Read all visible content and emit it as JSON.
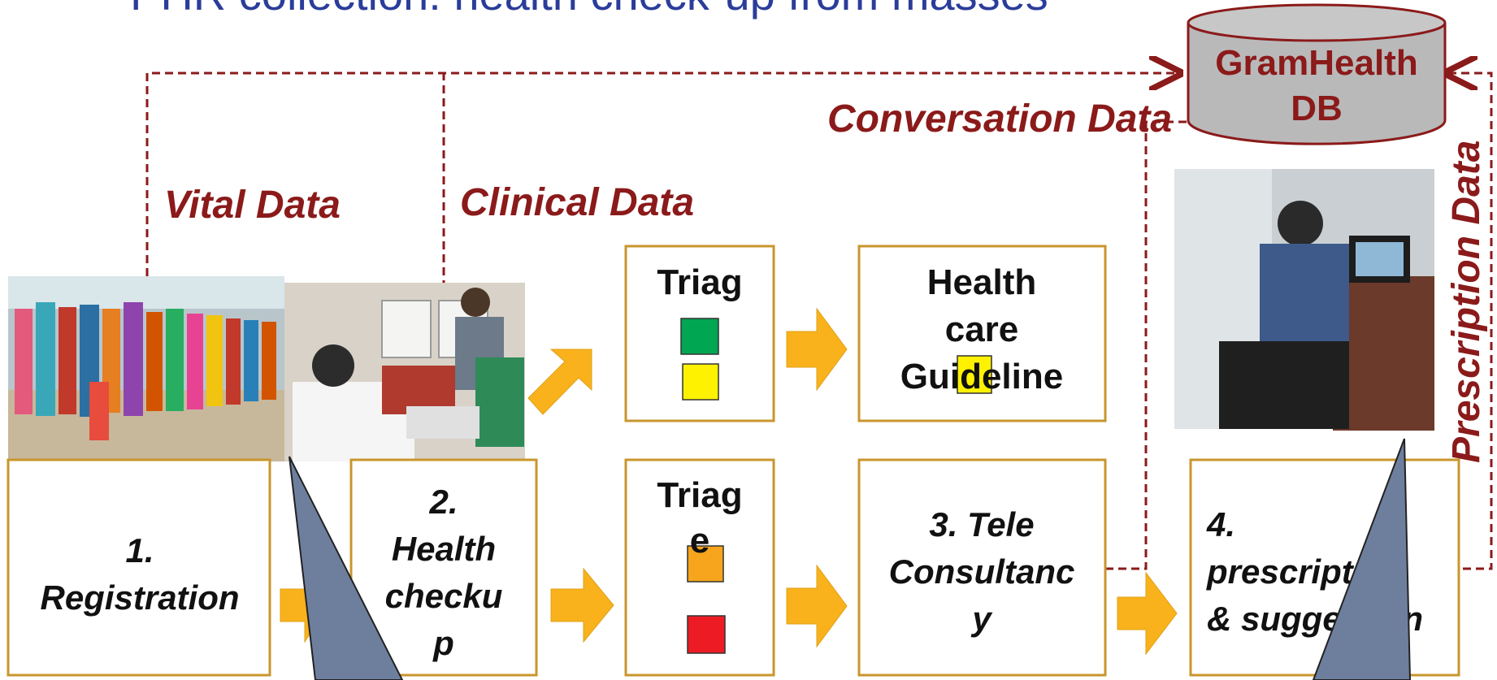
{
  "title": "PHR collection: health check-up from masses",
  "database": {
    "line1": "GramHealth",
    "line2": "DB"
  },
  "flow_labels": {
    "vital": "Vital Data",
    "clinical": "Clinical Data",
    "conversation": "Conversation Data",
    "prescription": "Prescription Data"
  },
  "steps": {
    "registration": {
      "line1": "1.",
      "line2": "Registration"
    },
    "checkup": {
      "line1": "2.",
      "line2": "Health",
      "line3": "checku",
      "line4": "p"
    },
    "tele": {
      "line1": "3. Tele",
      "line2": "Consultanc",
      "line3": "y"
    },
    "prescription": {
      "line1": "4.",
      "line2": "prescription",
      "line3": "& suggestion"
    }
  },
  "triage_top": {
    "label": "Triag"
  },
  "triage_bottom": {
    "label": "Triag",
    "label2": "e"
  },
  "guideline": {
    "line1": "Health",
    "line2": "care",
    "line3": "Guideline"
  },
  "colors": {
    "box_border": "#c9962c",
    "arrow": "#f9b21c",
    "dash": "#8b1a1a",
    "green": "#00a651",
    "yellow": "#fff200",
    "orange": "#f7a51d",
    "red": "#ed1c24",
    "db_fill": "#b9b9b9",
    "callout": "#6e7f9e"
  },
  "icons": [
    "crowd-photo",
    "checkup-photo",
    "teleconsult-photo",
    "database-icon"
  ]
}
